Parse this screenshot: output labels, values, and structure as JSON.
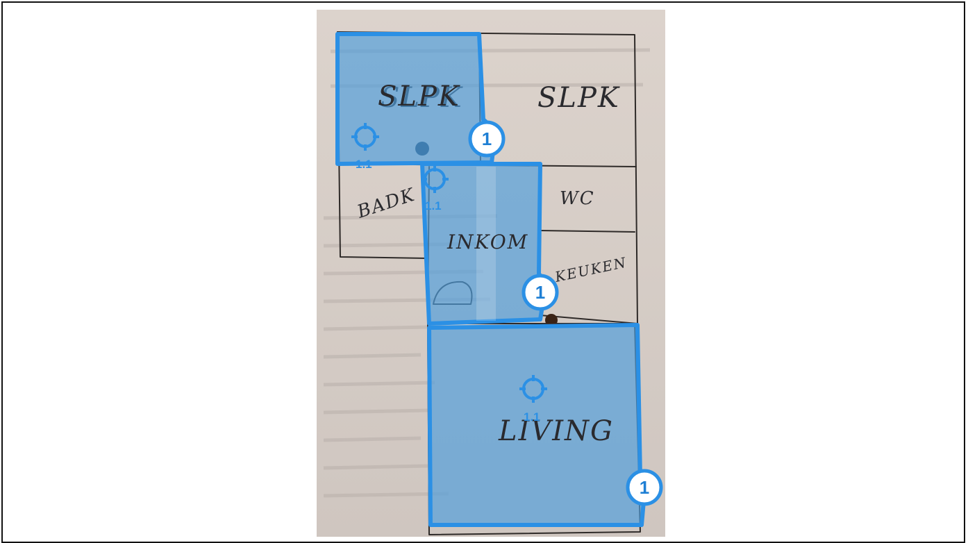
{
  "colors": {
    "zone_fill": "#509edc",
    "zone_stroke": "#2b90e5",
    "badge_fill": "#ffffff",
    "badge_text": "#1e7fd4",
    "paper": "#d8d0ca",
    "ink": "#2e2a28"
  },
  "rooms": {
    "slpk_left": "SLPK",
    "slpk_right": "SLPK",
    "badk": "BADK",
    "wc": "WC",
    "inkom": "INKOM",
    "keuken": "KEUKEN",
    "living": "LIVING"
  },
  "zones": [
    {
      "name": "slpk-zone",
      "badge": "1",
      "marker": "1.1"
    },
    {
      "name": "inkom-zone",
      "badge": "1",
      "marker": "1.1"
    },
    {
      "name": "living-zone",
      "badge": "1",
      "marker": "1.1"
    }
  ]
}
